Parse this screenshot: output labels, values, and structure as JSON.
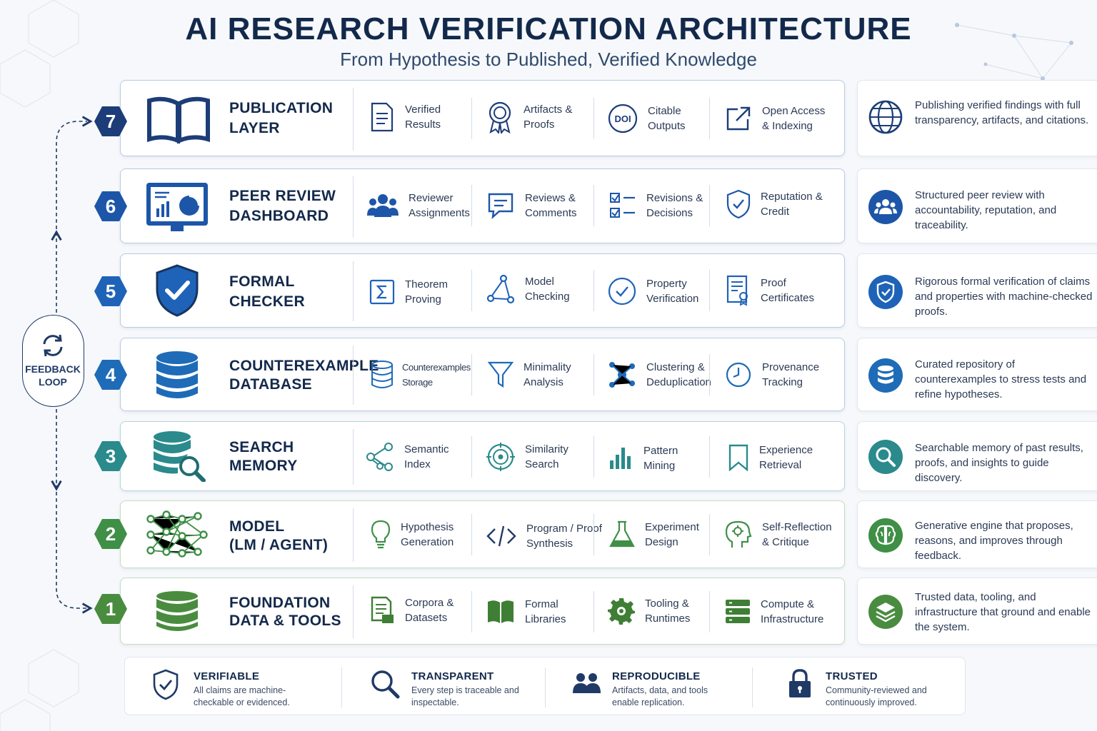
{
  "title": "AI RESEARCH VERIFICATION ARCHITECTURE",
  "subtitle": "From Hypothesis to Published, Verified Knowledge",
  "feedback_loop": {
    "label": "FEEDBACK\nLOOP",
    "icon": "refresh-icon"
  },
  "layers": [
    {
      "number": "7",
      "name": "PUBLICATION\nLAYER",
      "icon": "open-book-icon",
      "features": [
        {
          "label": "Verified\nResults",
          "icon": "document-icon"
        },
        {
          "label": "Artifacts &\nProofs",
          "icon": "award-badge-icon"
        },
        {
          "label": "Citable\nOutputs",
          "icon": "doi-icon"
        },
        {
          "label": "Open Access\n& Indexing",
          "icon": "external-link-icon"
        }
      ],
      "side_text": "Publishing verified findings with full transparency, artifacts, and citations.",
      "side_icon": "globe-icon"
    },
    {
      "number": "6",
      "name": "PEER REVIEW\nDASHBOARD",
      "icon": "dashboard-monitor-icon",
      "features": [
        {
          "label": "Reviewer\nAssignments",
          "icon": "users-icon"
        },
        {
          "label": "Reviews &\nComments",
          "icon": "chat-bubble-icon"
        },
        {
          "label": "Revisions &\nDecisions",
          "icon": "checklist-icon"
        },
        {
          "label": "Reputation &\nCredit",
          "icon": "shield-check-icon"
        }
      ],
      "side_text": "Structured peer review with accountability, reputation, and traceability.",
      "side_icon": "users-circle-icon"
    },
    {
      "number": "5",
      "name": "FORMAL\nCHECKER",
      "icon": "shield-check-icon",
      "features": [
        {
          "label": "Theorem\nProving",
          "icon": "sigma-icon"
        },
        {
          "label": "Model\nChecking",
          "icon": "graph-nodes-icon"
        },
        {
          "label": "Property\nVerification",
          "icon": "check-circle-icon"
        },
        {
          "label": "Proof\nCertificates",
          "icon": "certificate-icon"
        }
      ],
      "side_text": "Rigorous formal verification of claims and properties with machine-checked proofs.",
      "side_icon": "shield-circle-icon"
    },
    {
      "number": "4",
      "name": "COUNTEREXAMPLE\nDATABASE",
      "icon": "database-icon",
      "features": [
        {
          "label": "Counterexamples\nStorage",
          "icon": "database-outline-icon"
        },
        {
          "label": "Minimality\nAnalysis",
          "icon": "funnel-icon"
        },
        {
          "label": "Clustering &\nDeduplication",
          "icon": "cluster-icon"
        },
        {
          "label": "Provenance\nTracking",
          "icon": "clock-icon"
        }
      ],
      "side_text": "Curated repository of counterexamples to stress tests and refine hypotheses.",
      "side_icon": "database-circle-icon"
    },
    {
      "number": "3",
      "name": "SEARCH\nMEMORY",
      "icon": "database-search-icon",
      "features": [
        {
          "label": "Semantic\nIndex",
          "icon": "share-nodes-icon"
        },
        {
          "label": "Similarity\nSearch",
          "icon": "target-icon"
        },
        {
          "label": "Pattern\nMining",
          "icon": "bar-chart-icon"
        },
        {
          "label": "Experience\nRetrieval",
          "icon": "bookmark-icon"
        }
      ],
      "side_text": "Searchable memory of past results, proofs, and insights to guide discovery.",
      "side_icon": "search-circle-icon"
    },
    {
      "number": "2",
      "name": "MODEL\n(LM / AGENT)",
      "icon": "neural-network-icon",
      "features": [
        {
          "label": "Hypothesis\nGeneration",
          "icon": "lightbulb-icon"
        },
        {
          "label": "Program / Proof\nSynthesis",
          "icon": "code-icon"
        },
        {
          "label": "Experiment\nDesign",
          "icon": "flask-icon"
        },
        {
          "label": "Self-Reflection\n& Critique",
          "icon": "head-gear-icon"
        }
      ],
      "side_text": "Generative engine that proposes, reasons, and improves through feedback.",
      "side_icon": "brain-circle-icon"
    },
    {
      "number": "1",
      "name": "FOUNDATION\nDATA & TOOLS",
      "icon": "database-icon",
      "features": [
        {
          "label": "Corpora &\nDatasets",
          "icon": "files-icon"
        },
        {
          "label": "Formal\nLibraries",
          "icon": "book-icon"
        },
        {
          "label": "Tooling &\nRuntimes",
          "icon": "gear-icon"
        },
        {
          "label": "Compute &\nInfrastructure",
          "icon": "server-icon"
        }
      ],
      "side_text": "Trusted data, tooling, and infrastructure that ground and enable the system.",
      "side_icon": "layers-circle-icon"
    }
  ],
  "principles": [
    {
      "title": "VERIFIABLE",
      "desc": "All claims are machine-checkable or evidenced.",
      "icon": "shield-check-icon"
    },
    {
      "title": "TRANSPARENT",
      "desc": "Every step is traceable and inspectable.",
      "icon": "search-icon"
    },
    {
      "title": "REPRODUCIBLE",
      "desc": "Artifacts, data, and tools enable replication.",
      "icon": "users-icon"
    },
    {
      "title": "TRUSTED",
      "desc": "Community-reviewed and continuously improved.",
      "icon": "lock-icon"
    }
  ],
  "colors": {
    "navy": "#13294b",
    "layer7": "#1c3d78",
    "layer6": "#1d56a8",
    "layer5": "#1e63b8",
    "layer4": "#1e6bb8",
    "layer3": "#2a8a8c",
    "layer2": "#3f8f47",
    "layer1": "#4a8c3f"
  }
}
